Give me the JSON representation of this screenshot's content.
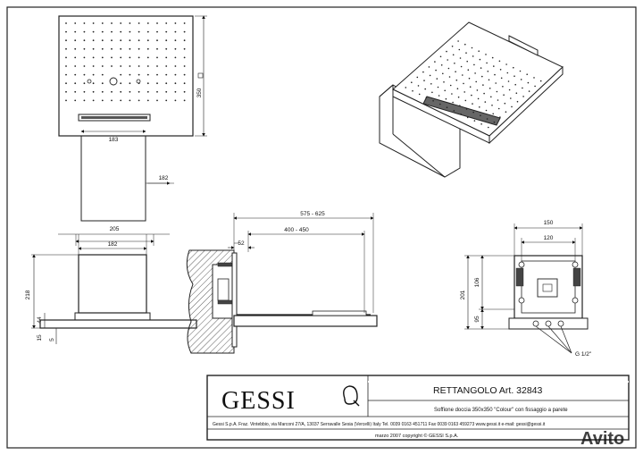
{
  "dims": {
    "top_height": "350",
    "top_width": "183",
    "arm_width": "182",
    "front_width_outer": "205",
    "front_width_inner": "182",
    "front_height": "218",
    "front_d44": "44",
    "front_d15": "15",
    "front_d5": "5",
    "side_total": "575 - 625",
    "side_arm": "400 - 450",
    "side_d52": "52",
    "rear_width_outer": "150",
    "rear_width_inner": "120",
    "rear_height": "201",
    "rear_d106": "106",
    "rear_d95": "95",
    "rear_thread": "G 1/2\""
  },
  "title_block": {
    "logo": "GESSI",
    "product": "RETTANGOLO  Art. 32843",
    "description": "Soffione doccia 350x350 \"Colour\" con fissaggio a parete",
    "company_line": "Gessi S.p.A. Fraz. Vintebbio, via Marconi 27/A, 13037 Serravalle Sesia (Vercelli) Italy Tel. 0039 0163 451711 Fax 0039 0163 459273  www.gessi.it  e-mail: gessi@gessi.it",
    "date_line": "marzo 2007  copyright © GESSI S.p.A."
  },
  "watermark": "Avito"
}
